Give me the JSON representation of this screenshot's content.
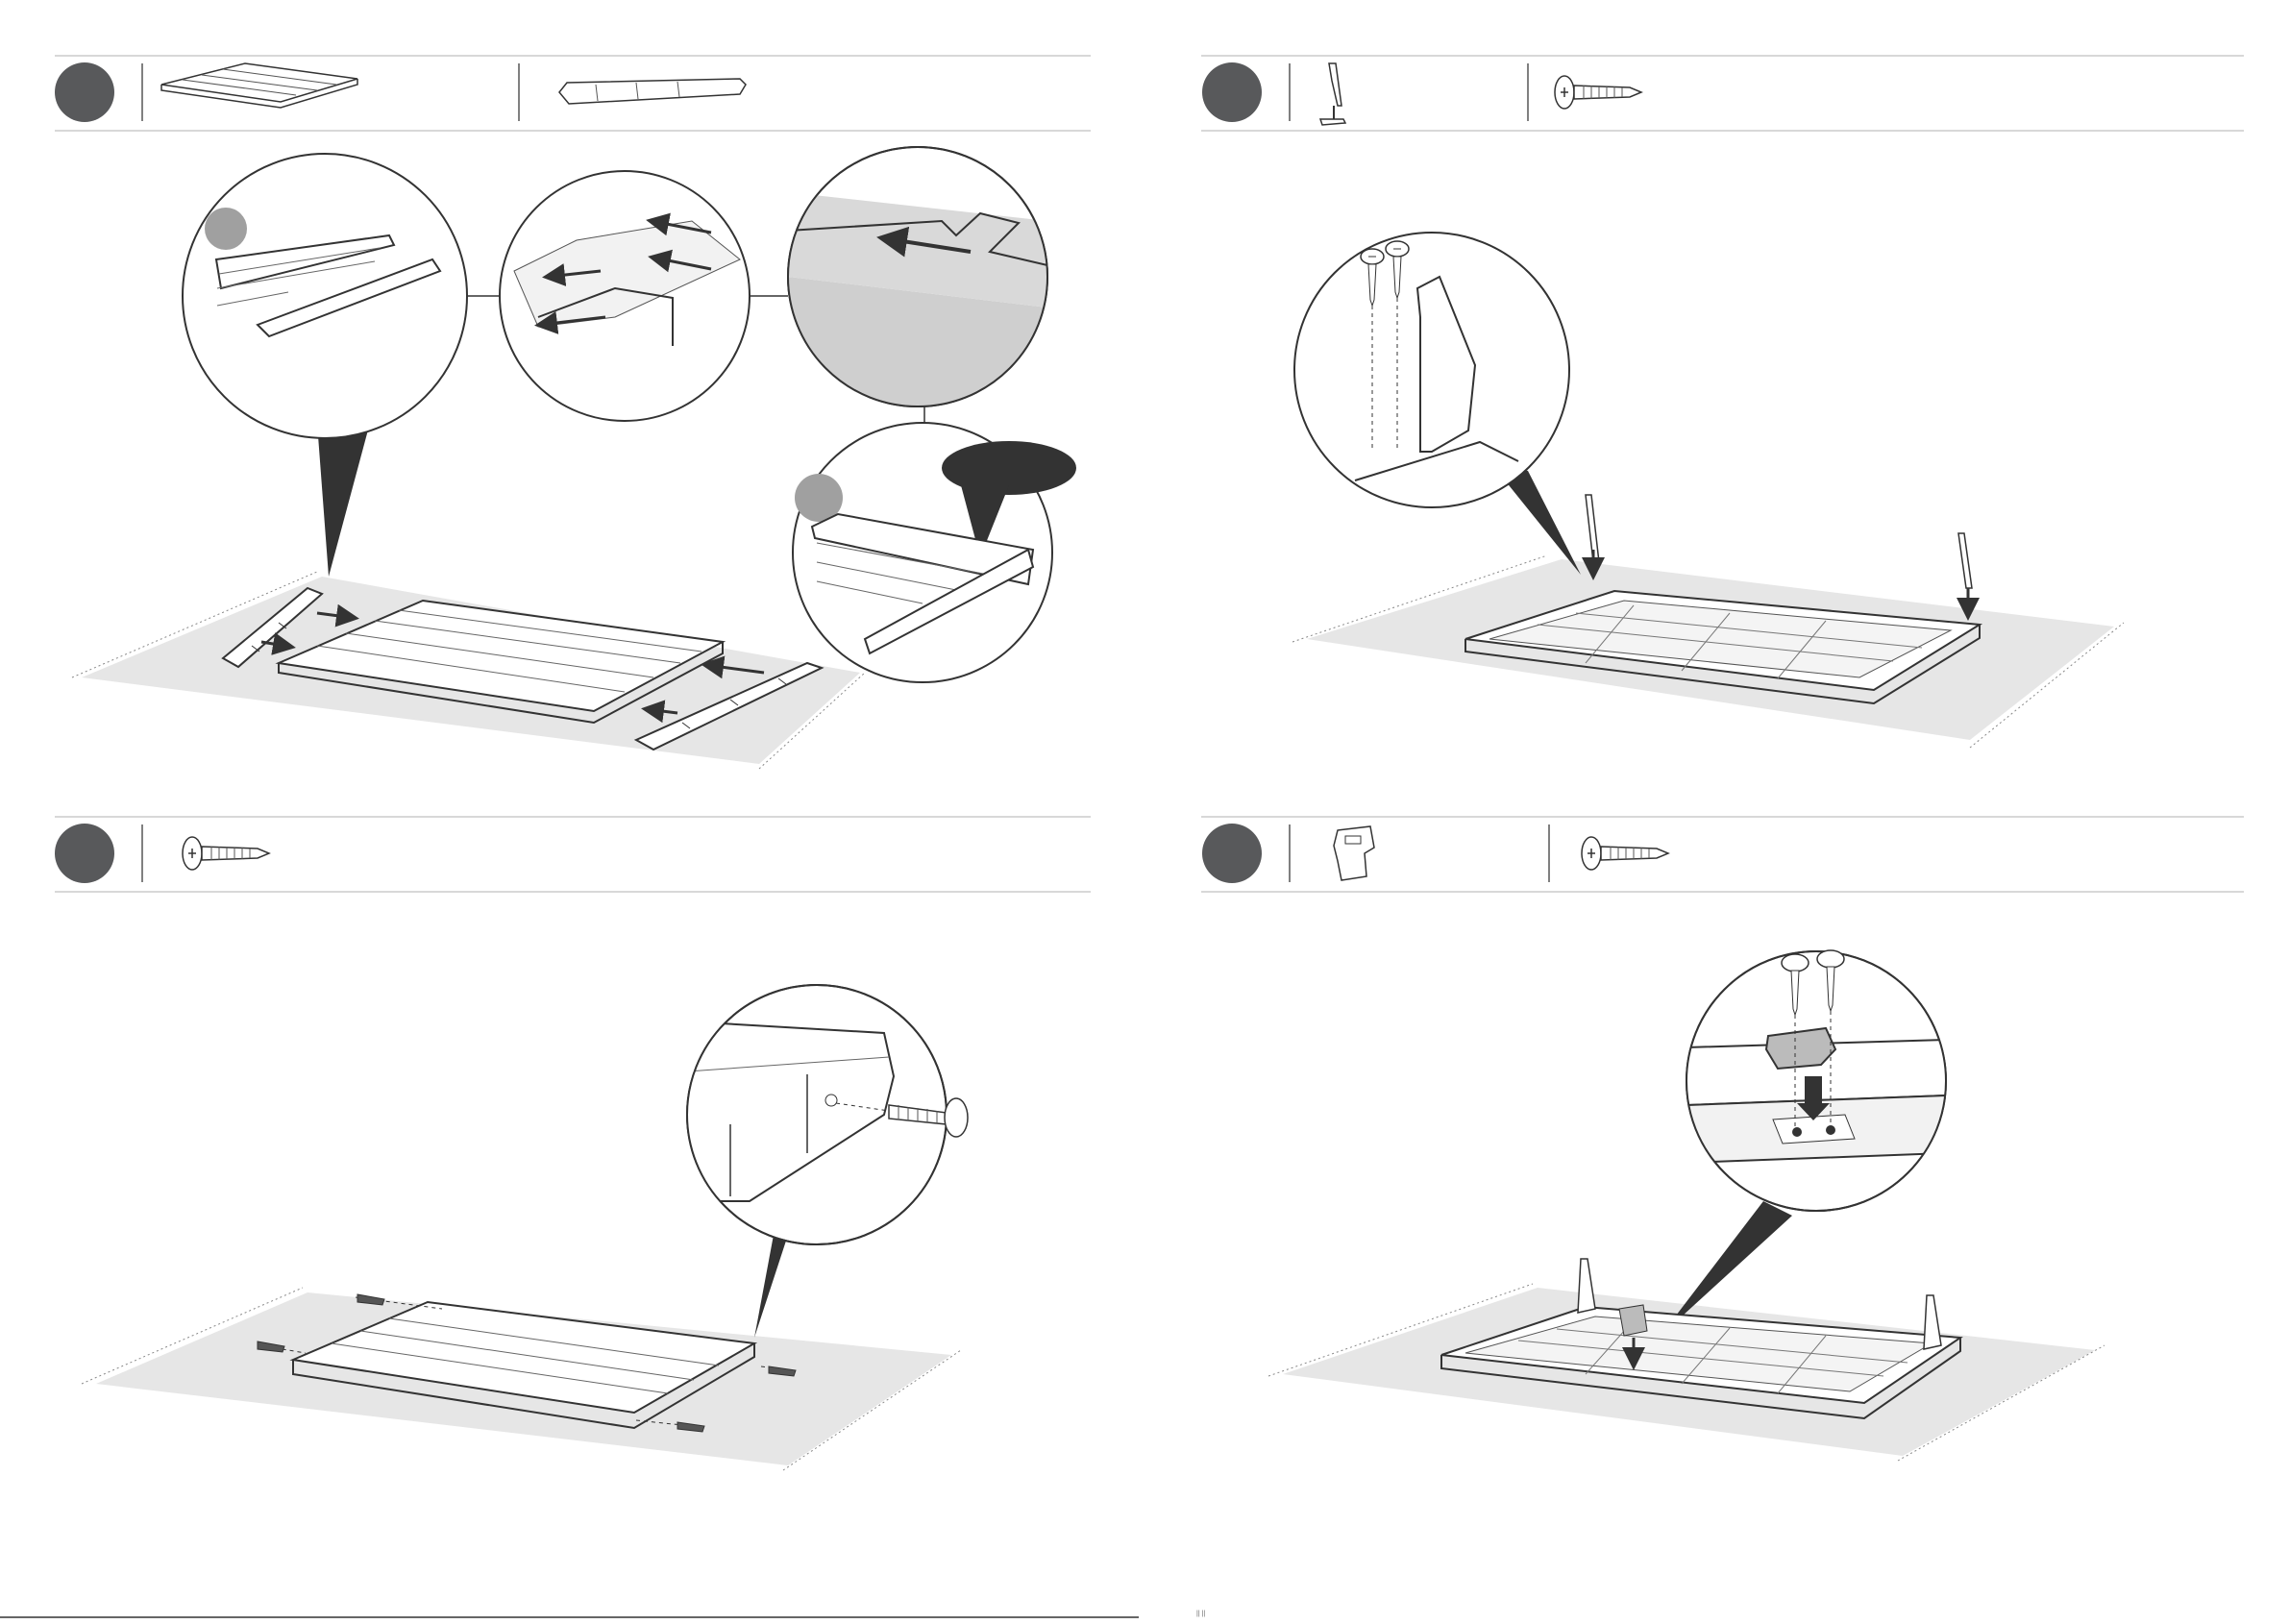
{
  "document": {
    "footer_mark": "|| ||"
  },
  "steps": [
    {
      "position": "top-left",
      "parts": [
        "slatted-panel-icon",
        "side-rail-icon"
      ],
      "magnifier_labels": [
        "",
        ""
      ]
    },
    {
      "position": "top-right",
      "parts": [
        "leg-bracket-icon",
        "screw-icon"
      ]
    },
    {
      "position": "bottom-left",
      "parts": [
        "screw-icon"
      ]
    },
    {
      "position": "bottom-right",
      "parts": [
        "clip-icon",
        "screw-icon"
      ]
    }
  ],
  "colors": {
    "line": "#333333",
    "rule": "#cccccc",
    "step_badge": "#58595b",
    "floor": "#e6e6e6",
    "zoom_fill": "#cfcfcf",
    "callout_dark": "#333333"
  }
}
